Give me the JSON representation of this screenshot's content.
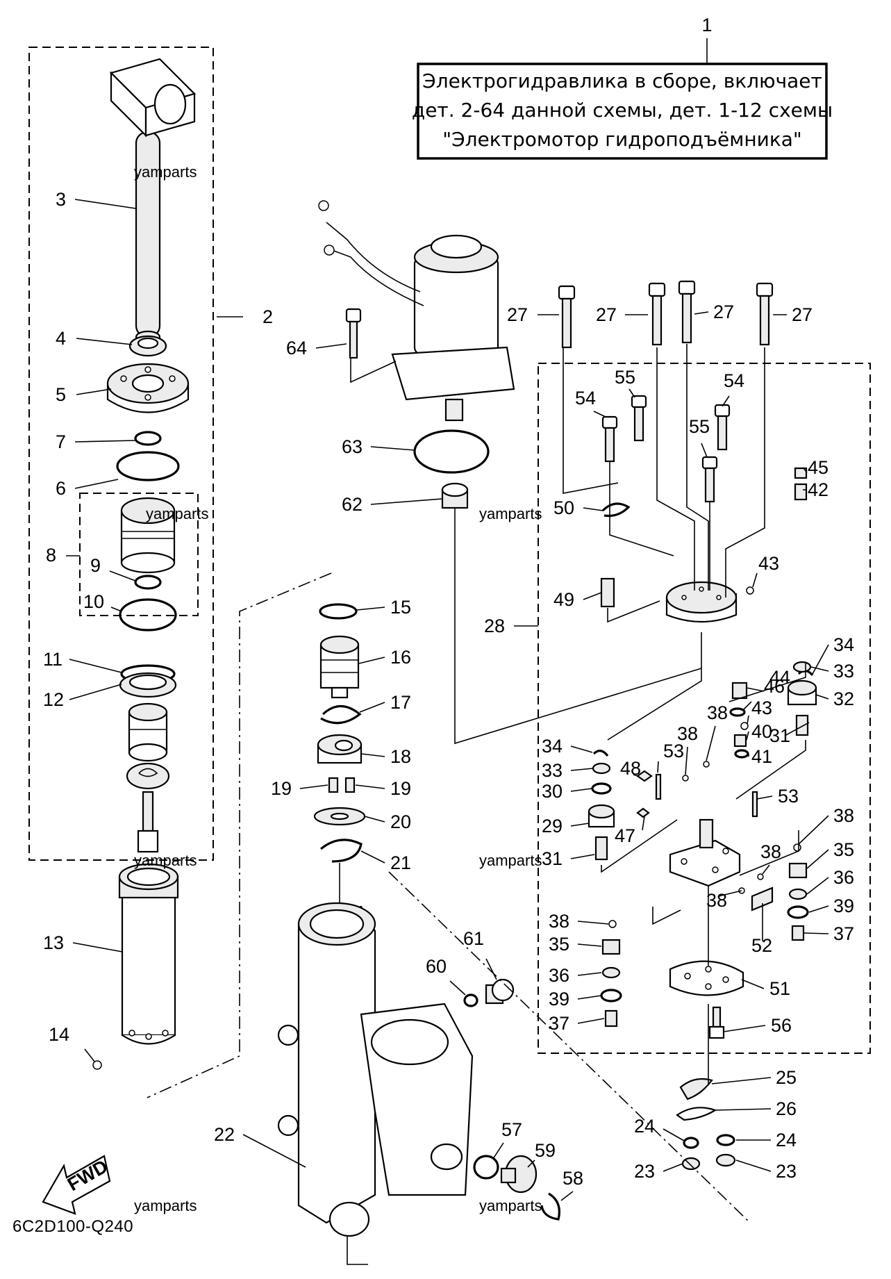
{
  "note_box": {
    "ref": "1",
    "lines": [
      "Электрогидравлика в сборе, включает",
      "дет. 2-64 данной схемы, дет. 1-12 схемы",
      "\"Электромотор гидроподъёмника\""
    ]
  },
  "callouts": [
    "2",
    "3",
    "4",
    "5",
    "6",
    "7",
    "8",
    "9",
    "10",
    "11",
    "12",
    "13",
    "14",
    "15",
    "16",
    "17",
    "18",
    "19",
    "19",
    "20",
    "21",
    "22",
    "23",
    "23",
    "24",
    "24",
    "25",
    "26",
    "27",
    "27",
    "27",
    "27",
    "28",
    "29",
    "30",
    "31",
    "31",
    "32",
    "33",
    "33",
    "34",
    "34",
    "35",
    "35",
    "36",
    "36",
    "37",
    "37",
    "38",
    "38",
    "38",
    "38",
    "38",
    "38",
    "39",
    "39",
    "40",
    "41",
    "42",
    "43",
    "43",
    "44",
    "45",
    "46",
    "47",
    "48",
    "49",
    "50",
    "51",
    "52",
    "53",
    "53",
    "54",
    "54",
    "55",
    "55",
    "56",
    "57",
    "58",
    "59",
    "60",
    "61",
    "62",
    "63",
    "64"
  ],
  "watermark": "yamparts",
  "direction_label": "FWD",
  "diagram_code": "6C2D100-Q240"
}
